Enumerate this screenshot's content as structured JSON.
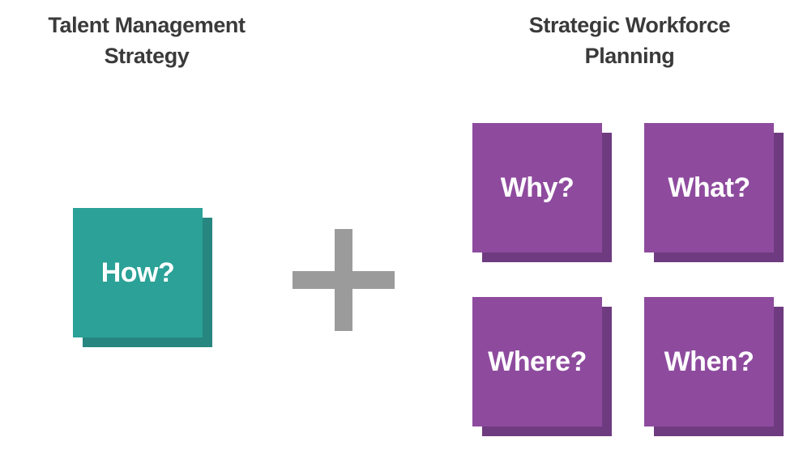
{
  "headings": {
    "left": "Talent Management\nStrategy",
    "right": "Strategic Workforce\nPlanning"
  },
  "colors": {
    "teal_face": "#2ba197",
    "teal_shadow": "#27867f",
    "purple_face": "#8e4b9e",
    "purple_shadow": "#6f3b80",
    "plus_gray": "#9b9b9b",
    "heading_text": "#3a3a3a",
    "label_text": "#ffffff",
    "background": "#ffffff"
  },
  "left_group": {
    "box": {
      "label": "How?"
    }
  },
  "operator": {
    "symbol": "plus",
    "icon_name": "plus-icon"
  },
  "right_group": {
    "boxes": [
      {
        "label": "Why?"
      },
      {
        "label": "What?"
      },
      {
        "label": "Where?"
      },
      {
        "label": "When?"
      }
    ]
  }
}
